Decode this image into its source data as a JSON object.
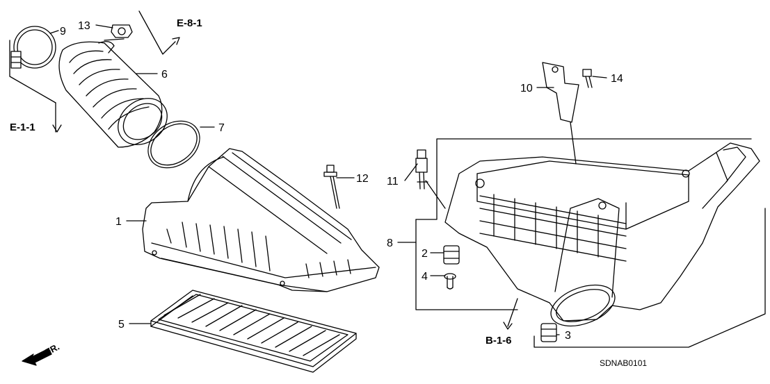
{
  "parts": [
    {
      "num": "1"
    },
    {
      "num": "2"
    },
    {
      "num": "3"
    },
    {
      "num": "4"
    },
    {
      "num": "5"
    },
    {
      "num": "6"
    },
    {
      "num": "7"
    },
    {
      "num": "8"
    },
    {
      "num": "9"
    },
    {
      "num": "10"
    },
    {
      "num": "11"
    },
    {
      "num": "12"
    },
    {
      "num": "13"
    },
    {
      "num": "14"
    }
  ],
  "references": {
    "e81": "E-8-1",
    "e11": "E-1-1",
    "b16": "B-1-6"
  },
  "front_marker": "FR.",
  "diagram_code": "SDNAB0101"
}
